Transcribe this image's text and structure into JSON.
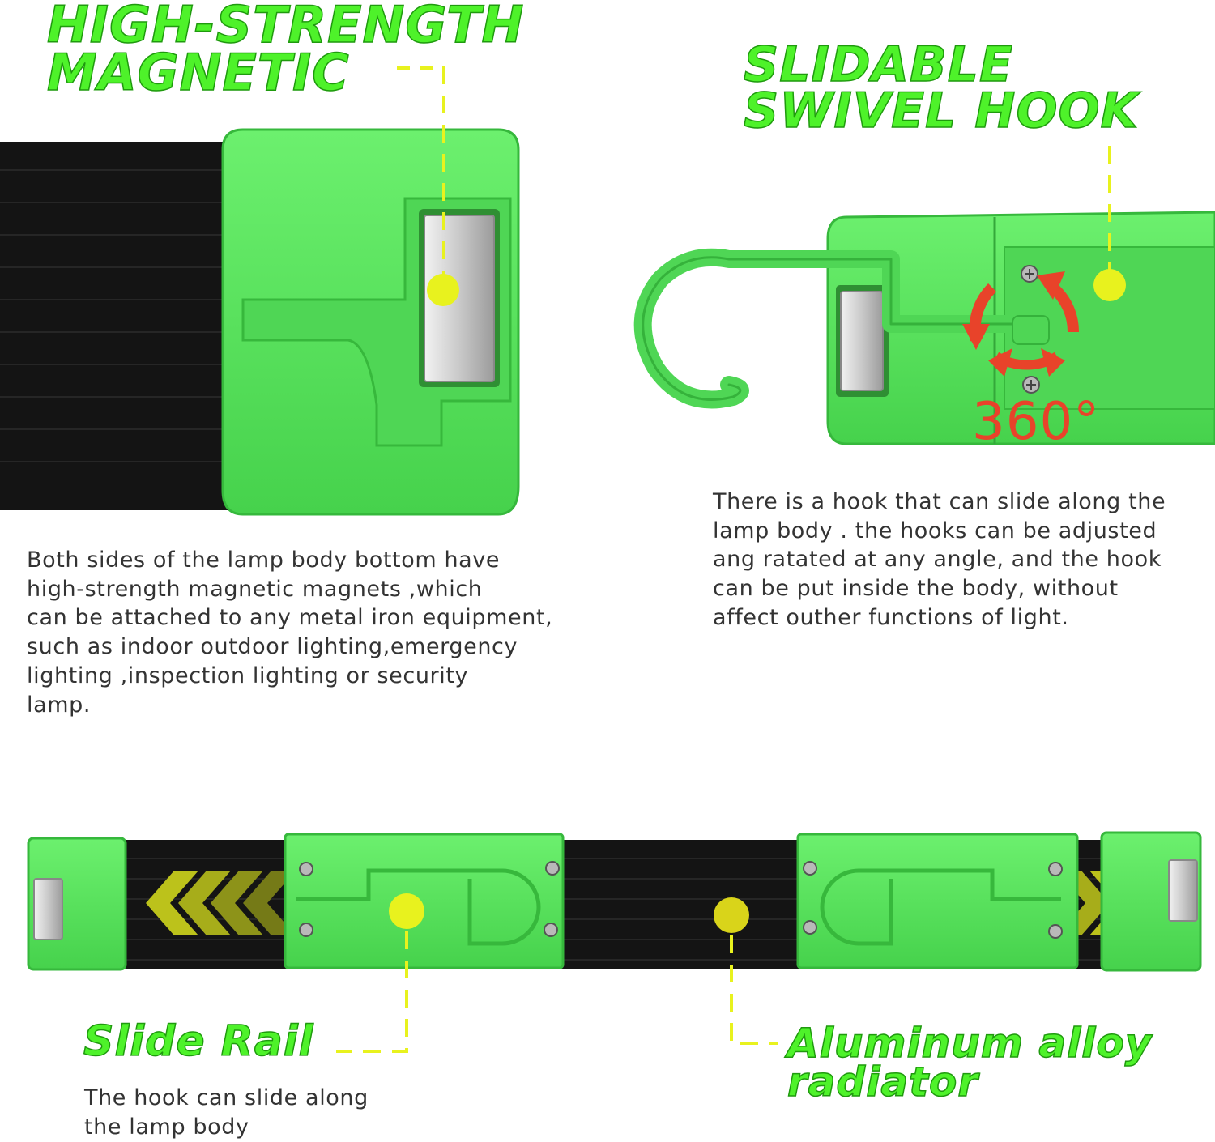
{
  "callouts": {
    "magnetic": {
      "title_lines": [
        "HIGH-STRENGTH",
        "MAGNETIC"
      ],
      "desc": "Both sides of the lamp body bottom have\nhigh-strength magnetic magnets ,which\ncan be  attached to any metal iron equipment,\nsuch as indoor outdoor lighting,emergency\nlighting ,inspection lighting or security\nlamp."
    },
    "swivel": {
      "title_lines": [
        "SLIDABLE",
        "SWIVEL HOOK"
      ],
      "desc": "There is a hook that can slide along the\nlamp body . the hooks can be adjusted\nang ratated at any angle, and the hook\ncan be put inside the body, without\naffect outher functions of light.",
      "rotation_label": "360°"
    },
    "slide_rail": {
      "title": "Slide Rail",
      "desc": "The hook can slide  along\nthe lamp body"
    },
    "radiator": {
      "title_lines": [
        "Aluminum alloy",
        "radiator"
      ]
    }
  },
  "colors": {
    "accent_green": "#4ef22a",
    "plastic_green": "#56e35b",
    "marker_yellow": "#e8f21e",
    "rotate_red": "#e8432a",
    "body_black": "#141414",
    "text_gray": "#333333"
  },
  "icons": [
    "magnet-icon",
    "hook-icon",
    "rotate-arrows-icon",
    "screw-icon",
    "chevron-left-icon",
    "chevron-right-icon",
    "marker-dot-icon"
  ]
}
